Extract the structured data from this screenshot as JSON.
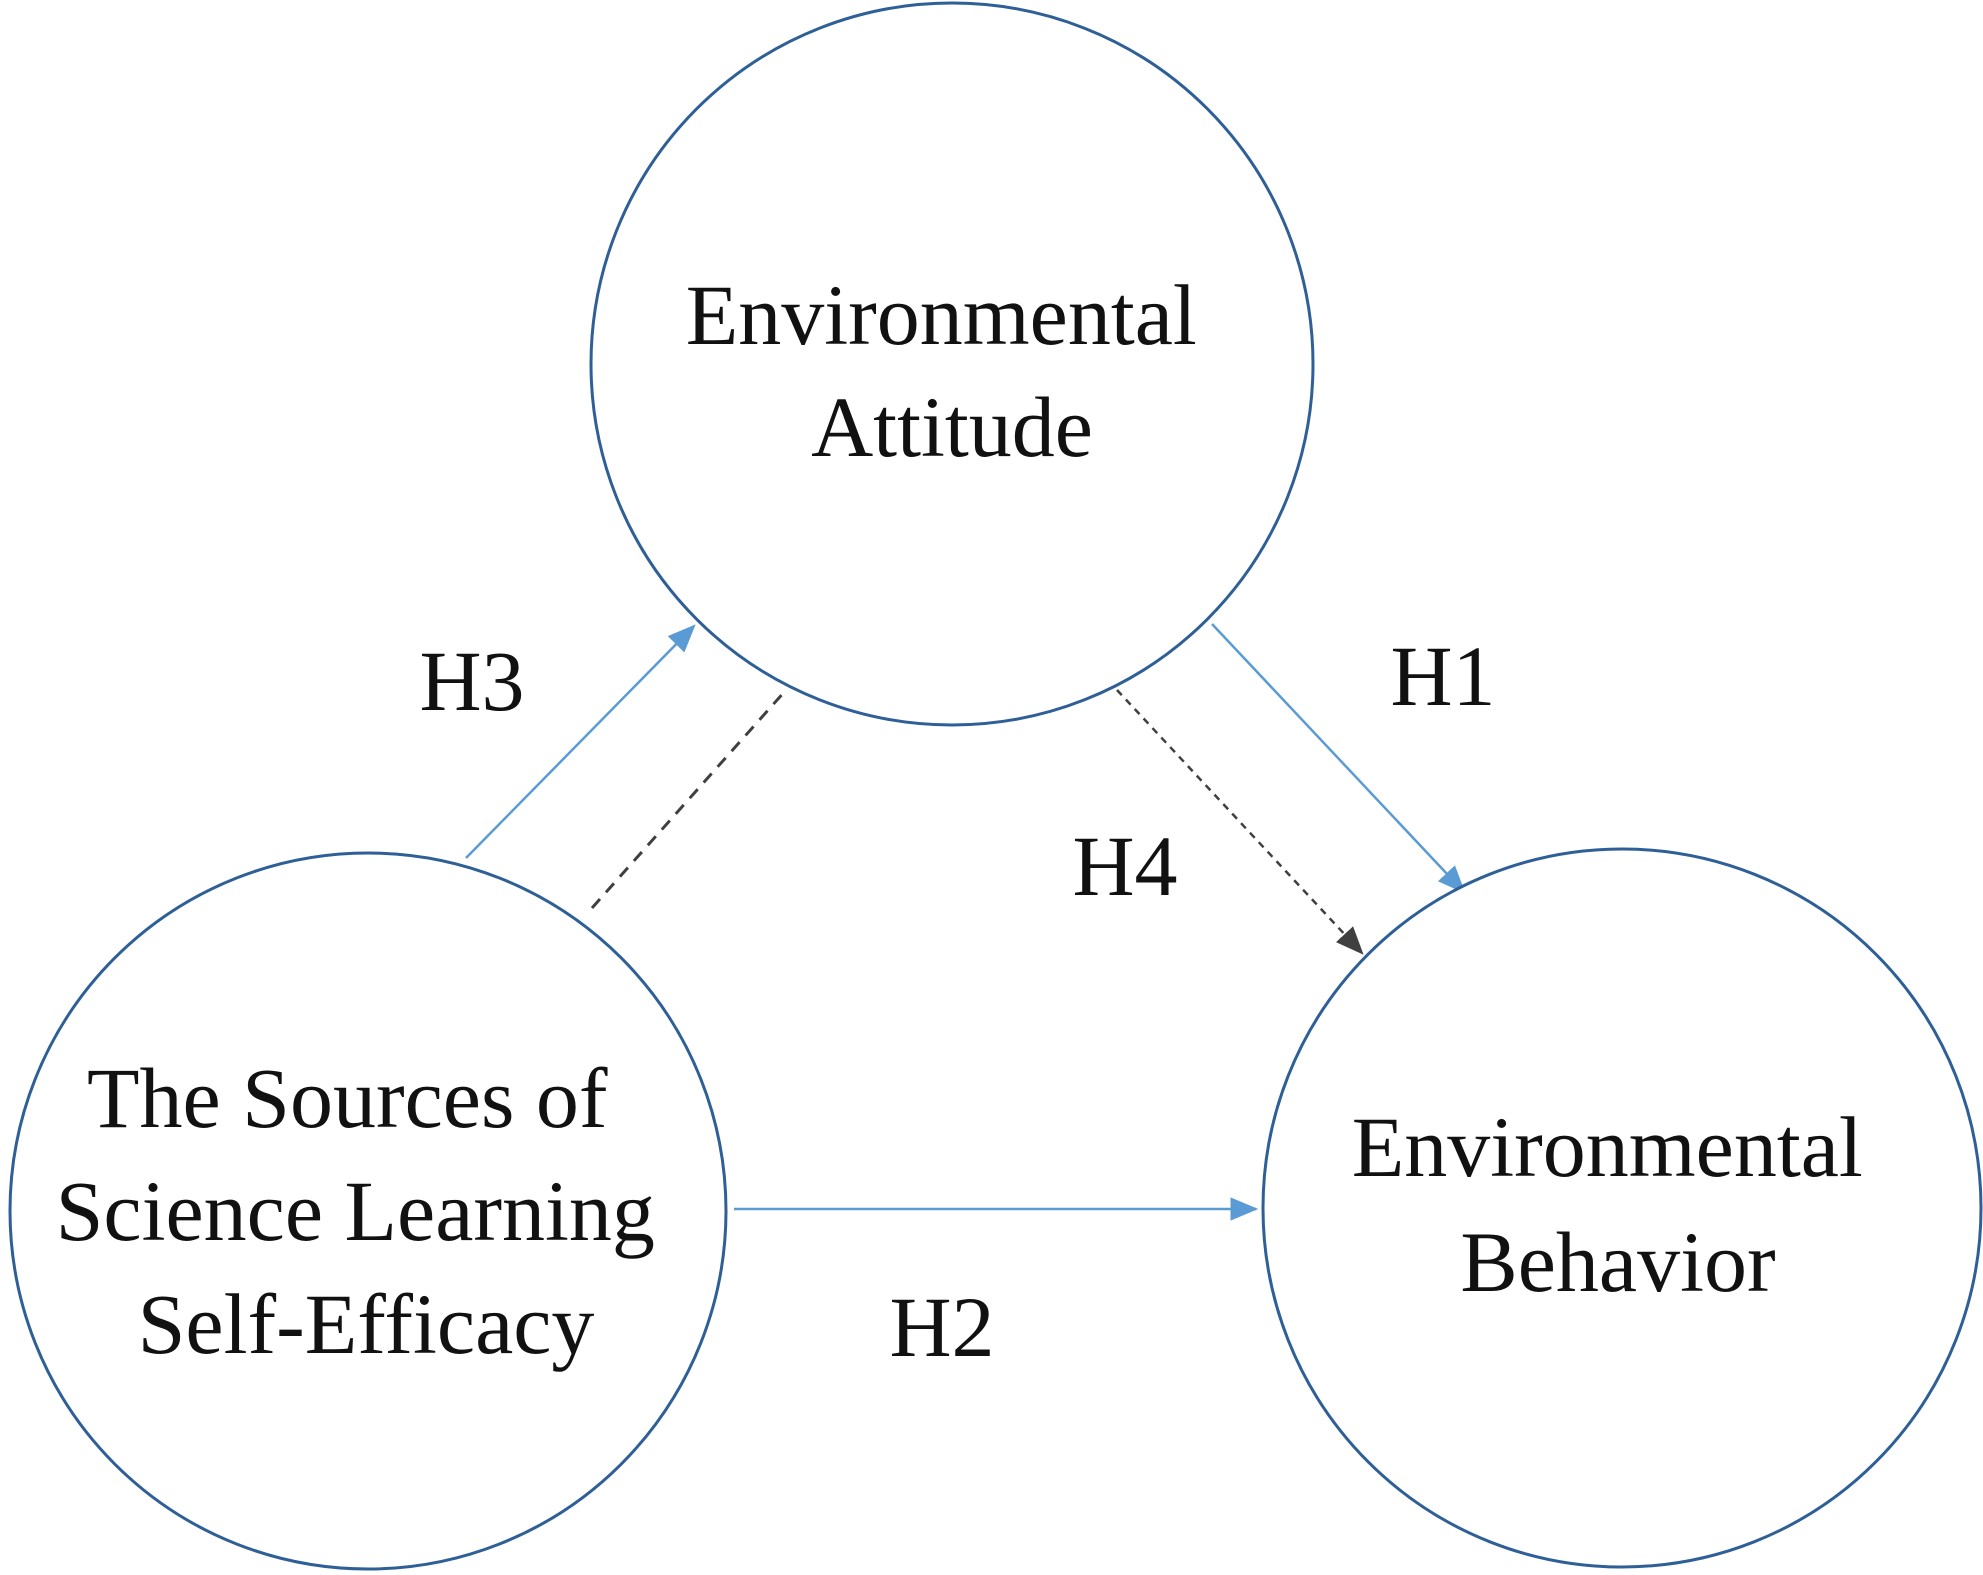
{
  "colors": {
    "circle_stroke": "#2e5f97",
    "arrow_blue": "#5b9bd5",
    "arrow_gray": "#404040",
    "text": "#111111"
  },
  "nodes": {
    "attitude": {
      "line1": "Environmental",
      "line2": "Attitude"
    },
    "self_efficacy": {
      "line1": "The Sources of",
      "line2": "Science Learning",
      "line3": "Self-Efficacy"
    },
    "behavior": {
      "line1": "Environmental",
      "line2": "Behavior"
    }
  },
  "hypotheses": {
    "h1": "H1",
    "h2": "H2",
    "h3": "H3",
    "h4": "H4"
  }
}
